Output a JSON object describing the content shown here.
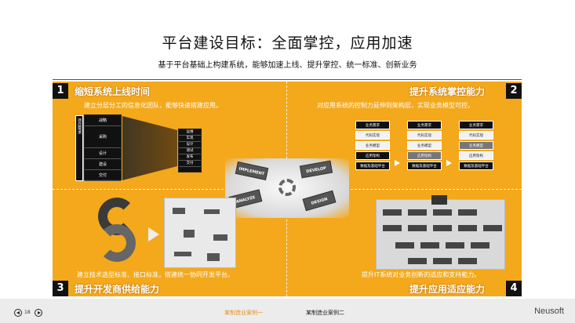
{
  "header": {
    "title": "平台建设目标：全面掌控，应用加速",
    "subtitle": "基于平台基础上构建系统，能够加速上线、提升掌控、统一标准、创新业务"
  },
  "quadrants": [
    {
      "number": "1",
      "title": "缩短系统上线时间",
      "desc": "建立分层分工的信息化团队，能够快速搭建应用。"
    },
    {
      "number": "2",
      "title": "提升系统掌控能力",
      "desc": "对应用系统的控制力延伸到架构层，实现业务模型可控。"
    },
    {
      "number": "3",
      "title": "提升开发商供给能力",
      "desc": "建立技术选型标准、接口标准，搭建统一协同开发平台。"
    },
    {
      "number": "4",
      "title": "提升应用适应能力",
      "desc": "提升IT系统对业务创新的适应和支持能力。"
    }
  ],
  "q1_diagram": {
    "stack_label": "项目需求",
    "stack": [
      "战略",
      "采购",
      "设计",
      "建设",
      "交付"
    ],
    "right_stack": [
      "运维",
      "实现",
      "设计",
      "测试",
      "发布",
      "交付"
    ]
  },
  "q2_diagram": {
    "columns": [
      [
        "业务需求",
        "代码实现",
        "业务模型",
        "应用架构",
        "数据及基础平台"
      ],
      [
        "业务需求",
        "代码实现",
        "业务模型",
        "应用架构",
        "数据及基础平台"
      ],
      [
        "业务需求",
        "代码实现",
        "业务模型",
        "应用架构",
        "数据及基础平台"
      ]
    ]
  },
  "center_image": {
    "words": [
      "IMPLEMENT",
      "DEVELOP",
      "ANALYZE",
      "DESIGN"
    ]
  },
  "footer": {
    "page": "18",
    "case1": "某制造业案例一",
    "case2": "某制造业案例二",
    "logo": "Neusoft",
    "accent": "#f4a81c"
  }
}
